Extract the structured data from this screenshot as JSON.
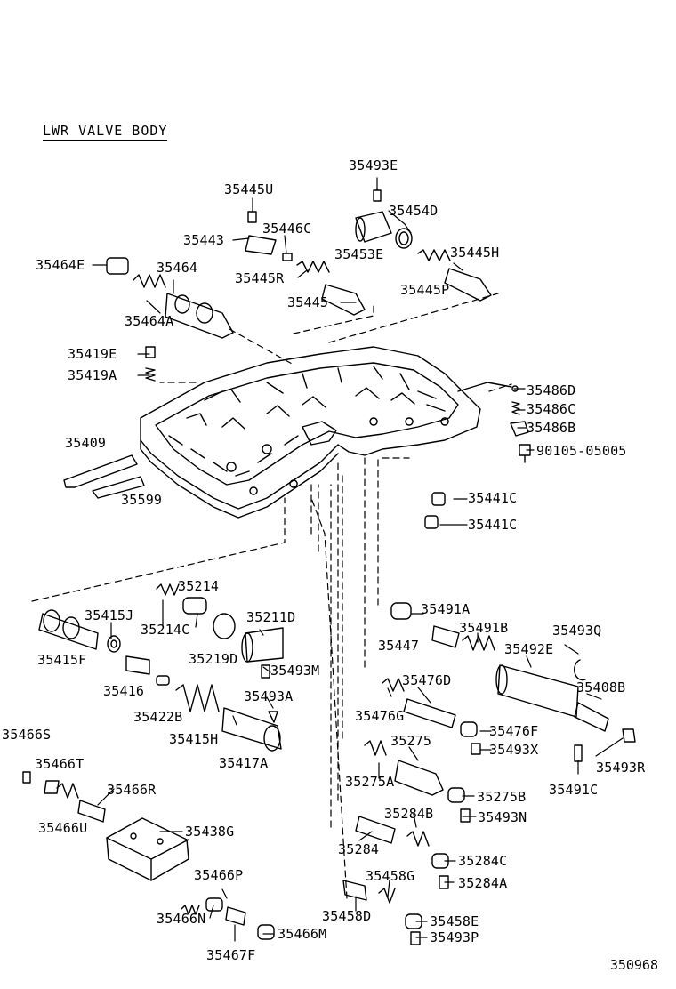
{
  "title": "LWR VALVE BODY",
  "figure_code": "350968",
  "labels": {
    "p35493E": "35493E",
    "p35445U": "35445U",
    "p35454D": "35454D",
    "p35443": "35443",
    "p35446C": "35446C",
    "p35453E": "35453E",
    "p35445H": "35445H",
    "p35464E": "35464E",
    "p35464": "35464",
    "p35445R": "35445R",
    "p35445P": "35445P",
    "p35445": "35445",
    "p35464A": "35464A",
    "p35419E": "35419E",
    "p35419A": "35419A",
    "p35486D": "35486D",
    "p35486C": "35486C",
    "p35486B": "35486B",
    "p90105": "90105-05005",
    "p35409": "35409",
    "p35599": "35599",
    "p35441C1": "35441C",
    "p35441C2": "35441C",
    "p35214": "35214",
    "p35415J": "35415J",
    "p35214C": "35214C",
    "p35211D": "35211D",
    "p35491A": "35491A",
    "p35491B": "35491B",
    "p35447": "35447",
    "p35493Q": "35493Q",
    "p35492E": "35492E",
    "p35415F": "35415F",
    "p35219D": "35219D",
    "p35493M": "35493M",
    "p35416": "35416",
    "p35493A": "35493A",
    "p35476D": "35476D",
    "p35408B": "35408B",
    "p35422B": "35422B",
    "p35476G": "35476G",
    "p35476F": "35476F",
    "p35415H": "35415H",
    "p35466S": "35466S",
    "p35275": "35275",
    "p35493X": "35493X",
    "p35417A": "35417A",
    "p35493R": "35493R",
    "p35466T": "35466T",
    "p35275A": "35275A",
    "p35491C": "35491C",
    "p35466R": "35466R",
    "p35275B": "35275B",
    "p35284B": "35284B",
    "p35466U": "35466U",
    "p35438G": "35438G",
    "p35493N": "35493N",
    "p35284": "35284",
    "p35284C": "35284C",
    "p35466P": "35466P",
    "p35458G": "35458G",
    "p35284A": "35284A",
    "p35466N": "35466N",
    "p35458D": "35458D",
    "p35458E": "35458E",
    "p35466M": "35466M",
    "p35493P": "35493P",
    "p35467F": "35467F"
  }
}
